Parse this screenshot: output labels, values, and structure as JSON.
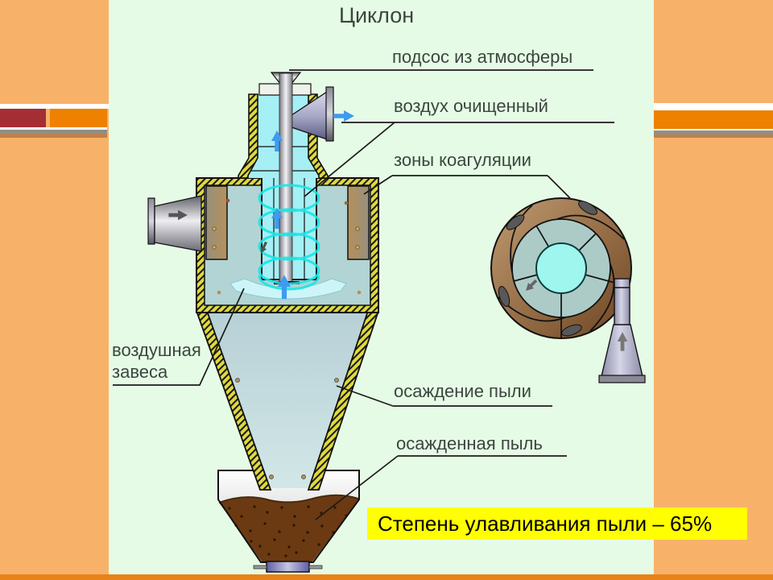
{
  "slide": {
    "title": "Циклон",
    "labels": {
      "atmosphere_intake": "подсос из атмосферы",
      "clean_air": "воздух очищенный",
      "coagulation_zones": "зоны коагуляции",
      "air_curtain": "воздушная\nзавеса",
      "dust_settling": "осаждение пыли",
      "settled_dust": "осажденная пыль"
    },
    "banner": {
      "text": "Степень улавливания пыли – 65%"
    },
    "colors": {
      "page_background": "#F8B169",
      "panel_background": "#E6FBE6",
      "banner_background": "#FFFF00",
      "accent_red": "#A52D34",
      "accent_orange": "#EE8100",
      "label_text": "#3A463E",
      "hatch_yellow": "#DFDA3E",
      "vortex_cyan": "#17E6E6",
      "dust_brown": "#6B3A12"
    },
    "diagram": {
      "arrows": [
        {
          "name": "intake-up-arrow",
          "color": "blue"
        },
        {
          "name": "clean-air-right-arrow",
          "color": "blue"
        },
        {
          "name": "vortex-up-arrow",
          "color": "blue"
        },
        {
          "name": "air-curtain-up-arrow",
          "color": "blue"
        },
        {
          "name": "dusty-air-inlet-right-arrow",
          "color": "gray"
        },
        {
          "name": "top-view-inlet-up-arrow",
          "color": "gray"
        },
        {
          "name": "rotation-arrow",
          "color": "gray"
        }
      ]
    }
  }
}
